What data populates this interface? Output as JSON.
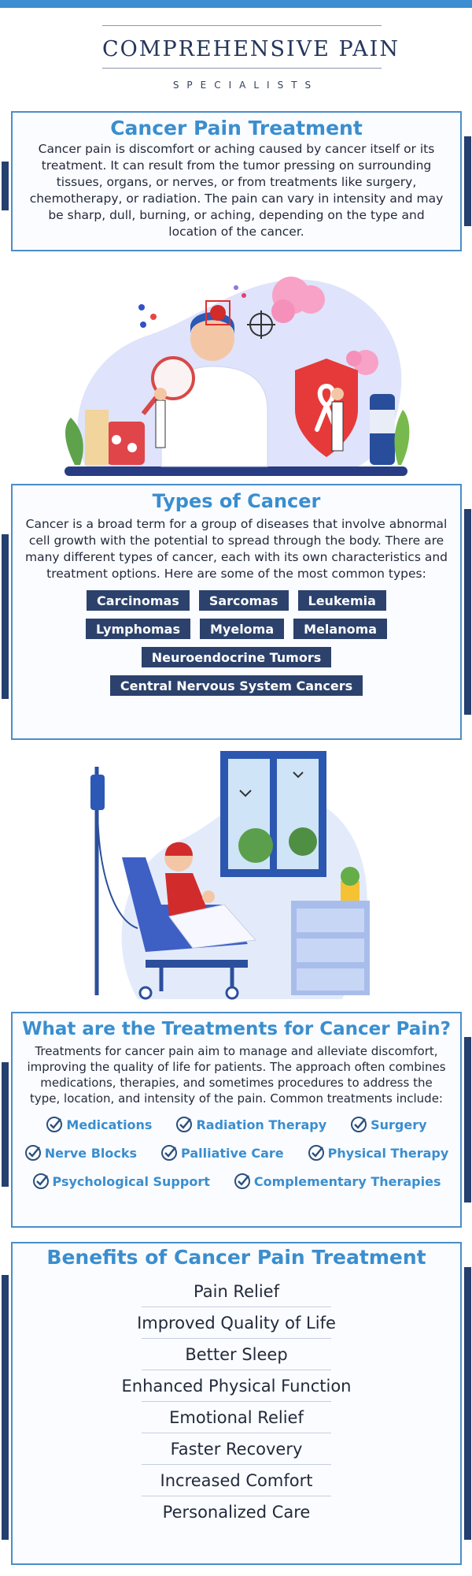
{
  "header": {
    "title": "COMPREHENSIVE PAIN",
    "subtitle": "SPECIALISTS"
  },
  "cancer_pain": {
    "title": "Cancer Pain Treatment",
    "text": "Cancer pain is discomfort or aching caused by cancer itself or its treatment. It can result from the tumor pressing on surrounding tissues, organs, or nerves, or from treatments like surgery, chemotherapy, or radiation. The pain can vary in intensity and may be sharp, dull, burning, or aching, depending on the type and location of the cancer."
  },
  "types": {
    "title": "Types of Cancer",
    "text": "Cancer is a broad term for a group of diseases that involve abnormal cell growth with the potential to spread through the body. There are many different types of cancer, each with its own characteristics and treatment options. Here are some of the most common types:",
    "tags": [
      "Carcinomas",
      "Sarcomas",
      "Leukemia",
      "Lymphomas",
      "Myeloma",
      "Melanoma",
      "Neuroendocrine Tumors",
      "Central Nervous System Cancers"
    ]
  },
  "treatments": {
    "title": "What are the Treatments for Cancer Pain?",
    "text": "Treatments for cancer pain aim to manage and alleviate discomfort, improving the quality of life for patients. The approach often combines medications, therapies, and sometimes procedures to address the type, location, and intensity of the pain. Common treatments include:",
    "items": [
      "Medications",
      "Radiation Therapy",
      "Surgery",
      "Nerve Blocks",
      "Palliative Care",
      "Physical Therapy",
      "Psychological Support",
      "Complementary Therapies"
    ]
  },
  "benefits": {
    "title": "Benefits of Cancer Pain Treatment",
    "items": [
      "Pain Relief",
      "Improved Quality of Life",
      "Better Sleep",
      "Enhanced Physical Function",
      "Emotional Relief",
      "Faster Recovery",
      "Increased Comfort",
      "Personalized Care"
    ]
  },
  "colors": {
    "accent_blue": "#3a8ecf",
    "navy": "#25406f",
    "ribbon_red": "#e63a3a"
  },
  "icons": {
    "treatment_bullet": "check-circle-icon"
  }
}
